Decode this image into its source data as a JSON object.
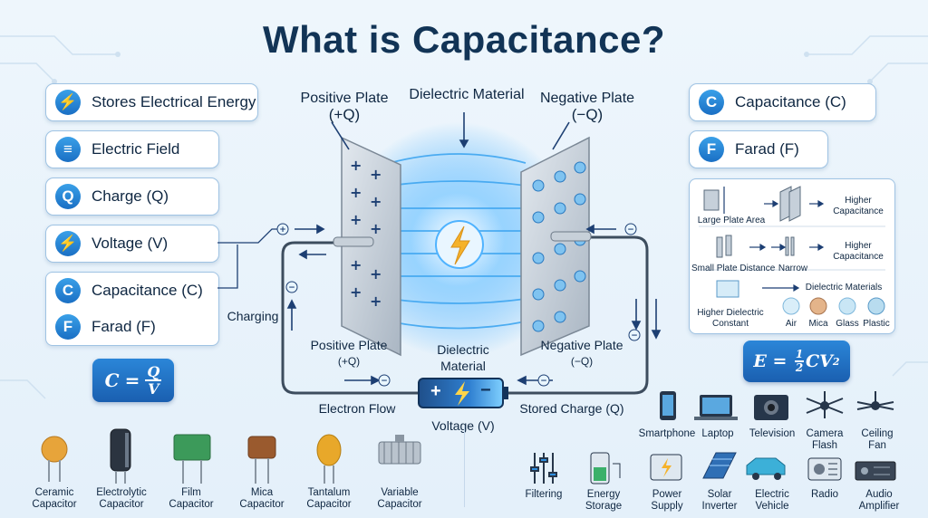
{
  "title": "What is Capacitance?",
  "left_panel": [
    {
      "icon": "⚡",
      "label": "Stores Electrical Energy"
    },
    {
      "icon": "≡",
      "label": "Electric Field"
    },
    {
      "icon": "Q",
      "label": "Charge (Q)"
    },
    {
      "icon": "⚡",
      "label": "Voltage (V)"
    },
    {
      "icon": "C",
      "label": "Capacitance (C)"
    },
    {
      "icon": "F",
      "label": "Farad (F)"
    }
  ],
  "formula_left": {
    "c": "C",
    "eq": "=",
    "num": "Q",
    "den": "V"
  },
  "diagram": {
    "positive_top": [
      "Positive Plate",
      "(+Q)"
    ],
    "dielectric_top": "Dielectric Material",
    "negative_top": [
      "Negative Plate",
      "(−Q)"
    ],
    "positive_bottom": [
      "Positive Plate",
      "(+Q)"
    ],
    "dielectric_bottom": [
      "Dielectric",
      "Material"
    ],
    "negative_bottom": [
      "Negative Plate",
      "(−Q)"
    ],
    "charging": "Charging",
    "electron_flow": "Electron Flow",
    "stored_charge": "Stored Charge (Q)",
    "voltage": "Voltage (V)",
    "battery_plus": "+",
    "battery_minus": "−"
  },
  "right_panel": [
    {
      "icon": "C",
      "label": "Capacitance (C)"
    },
    {
      "icon": "F",
      "label": "Farad (F)"
    }
  ],
  "factors": {
    "row1_left": "Large Plate Area",
    "row1_right": [
      "Higher",
      "Capacitance"
    ],
    "row2_left": "Small Plate Distance",
    "row2_mid": "Narrow",
    "row2_right": [
      "Higher",
      "Capacitance"
    ],
    "row3_left": [
      "Higher Dielectric",
      "Constant"
    ],
    "row3_title": "Dielectric Materials",
    "materials": [
      "Air",
      "Mica",
      "Glass",
      "Plastic"
    ]
  },
  "formula_right": {
    "text": "E = ",
    "num": "1",
    "den": "2",
    "tail": "CV",
    "sup": "2"
  },
  "capacitor_types": [
    [
      "Ceramic",
      "Capacitor"
    ],
    [
      "Electrolytic",
      "Capacitor"
    ],
    [
      "Film",
      "Capacitor"
    ],
    [
      "Mica",
      "Capacitor"
    ],
    [
      "Tantalum",
      "Capacitor"
    ],
    [
      "Variable",
      "Capacitor"
    ]
  ],
  "devices": [
    [
      "Smartphone"
    ],
    [
      "Laptop"
    ],
    [
      "Television"
    ],
    [
      "Camera",
      "Flash"
    ],
    [
      "Ceiling",
      "Fan"
    ]
  ],
  "applications": [
    [
      "Filtering"
    ],
    [
      "Energy",
      "Storage"
    ],
    [
      "Power",
      "Supply"
    ],
    [
      "Solar",
      "Inverter"
    ],
    [
      "Electric",
      "Vehicle"
    ],
    [
      "Radio"
    ],
    [
      "Audio",
      "Amplifier"
    ]
  ],
  "colors": {
    "accent": "#1a6fc4",
    "title": "#123456",
    "plate": "#b8c4d0",
    "glow": "#4fb3ff",
    "battery": "#1f4f8a"
  }
}
